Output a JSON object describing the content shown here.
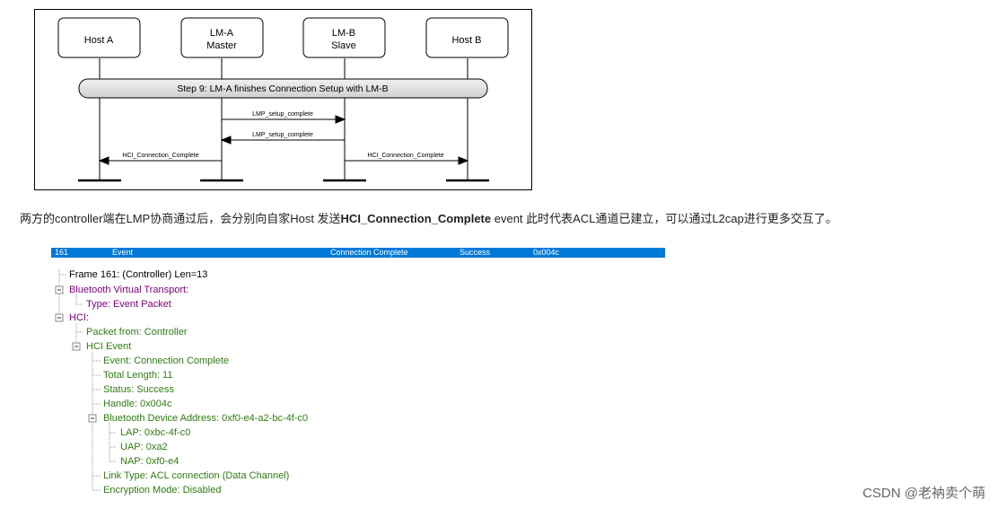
{
  "diagram": {
    "actors": [
      {
        "line1": "Host A",
        "line2": ""
      },
      {
        "line1": "LM-A",
        "line2": "Master"
      },
      {
        "line1": "LM-B",
        "line2": "Slave"
      },
      {
        "line1": "Host B",
        "line2": ""
      }
    ],
    "step_label": "Step 9: LM-A finishes Connection Setup with LM-B",
    "messages": [
      {
        "label": "LMP_setup_complete"
      },
      {
        "label": "LMP_setup_complete"
      },
      {
        "label": "HCI_Connection_Complete"
      },
      {
        "label": "HCI_Connection_Complete"
      }
    ]
  },
  "caption": {
    "prefix": "两方的controller端在LMP协商通过后，会分别向自家Host 发送",
    "bold": "HCI_Connection_Complete",
    "suffix": " event 此时代表ACL通道已建立，可以通过L2cap进行更多交互了。"
  },
  "sniffer": {
    "frame_no": "161",
    "type": "Event",
    "description": "Connection Complete",
    "status": "Success",
    "handle": "0x004c"
  },
  "tree": {
    "frame": "Frame 161: (Controller) Len=13",
    "bvt": "Bluetooth Virtual Transport:",
    "bvt_type": "Type: Event Packet",
    "hci": "HCI:",
    "packet_from": "Packet from: Controller",
    "hci_event": "HCI Event",
    "event": "Event: Connection Complete",
    "total_length": "Total Length: 11",
    "status": "Status: Success",
    "handle": "Handle: 0x004c",
    "bd_addr": "Bluetooth Device Address: 0xf0-e4-a2-bc-4f-c0",
    "lap": "LAP: 0xbc-4f-c0",
    "uap": "UAP: 0xa2",
    "nap": "NAP: 0xf0-e4",
    "link_type": "Link Type: ACL connection (Data Channel)",
    "encryption": "Encryption Mode: Disabled"
  },
  "watermark": "CSDN @老衲卖个萌"
}
